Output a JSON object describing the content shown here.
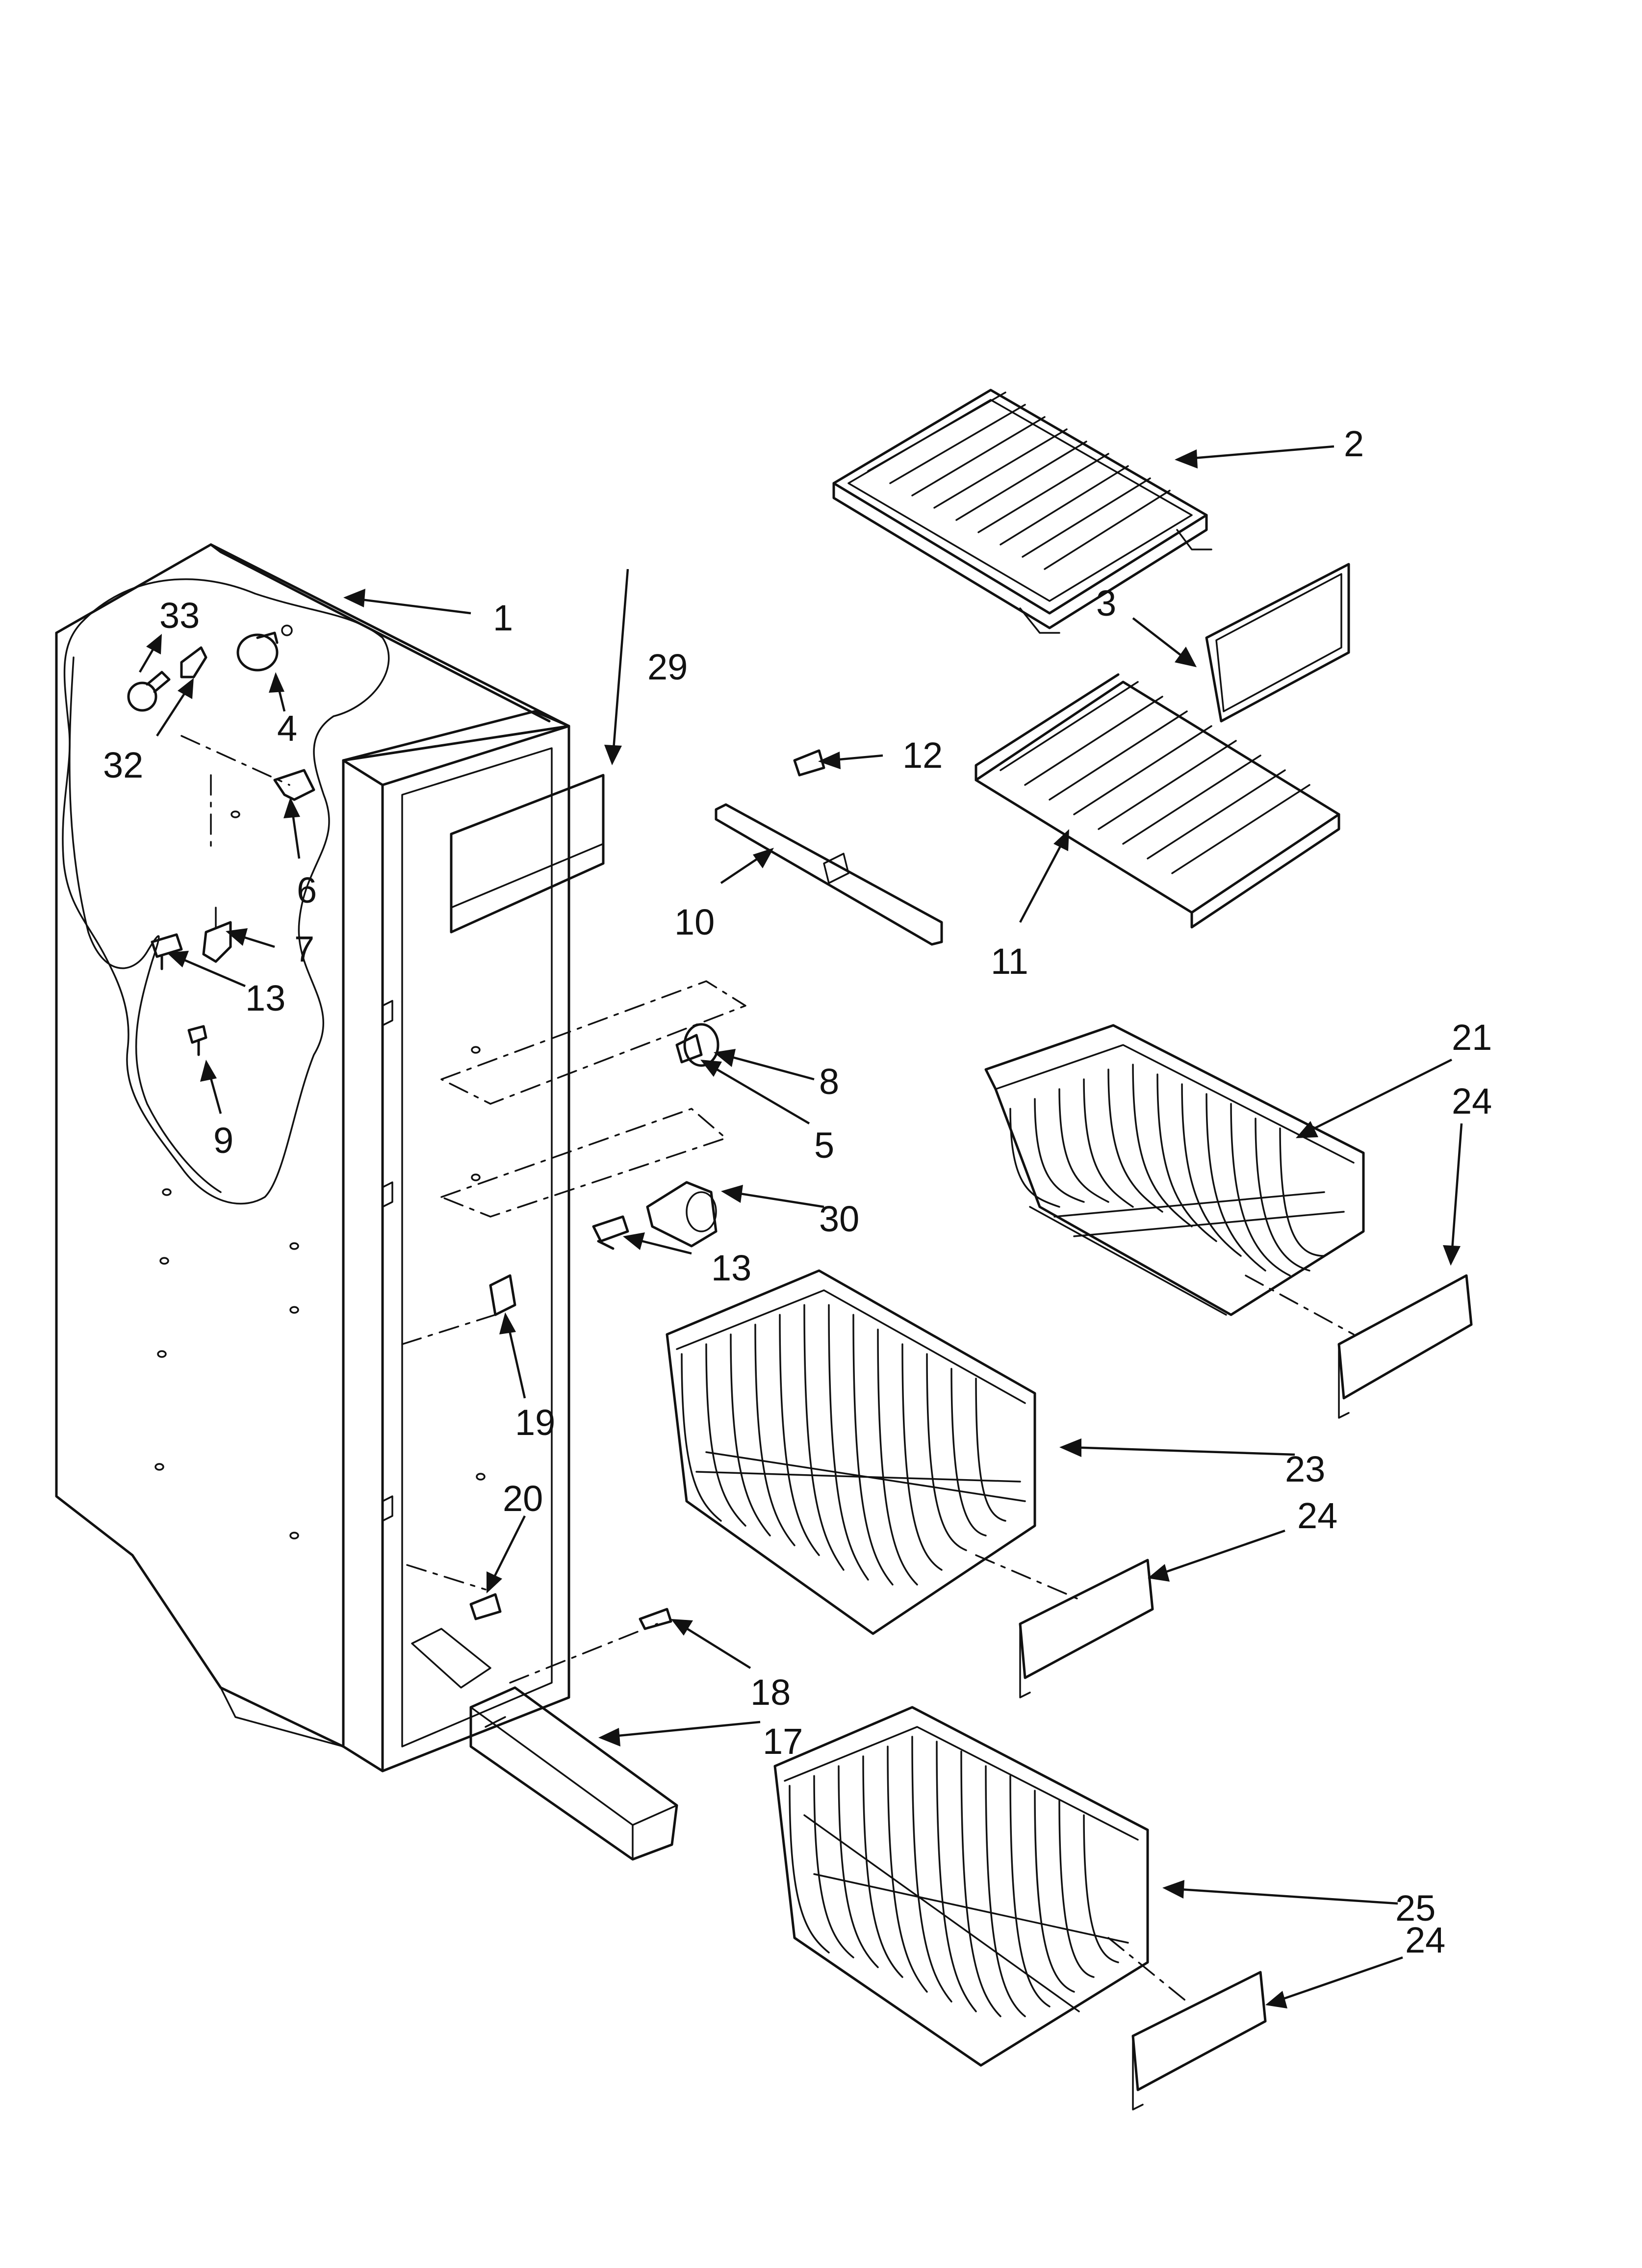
{
  "diagram": {
    "callouts": {
      "c1": "1",
      "c2": "2",
      "c3": "3",
      "c4": "4",
      "c5": "5",
      "c6": "6",
      "c7": "7",
      "c8": "8",
      "c9": "9",
      "c10": "10",
      "c11": "11",
      "c12": "12",
      "c13a": "13",
      "c13b": "13",
      "c17": "17",
      "c18": "18",
      "c19": "19",
      "c20": "20",
      "c21": "21",
      "c23": "23",
      "c24a": "24",
      "c24b": "24",
      "c24c": "24",
      "c25": "25",
      "c29": "29",
      "c30": "30",
      "c32": "32",
      "c33": "33"
    }
  }
}
